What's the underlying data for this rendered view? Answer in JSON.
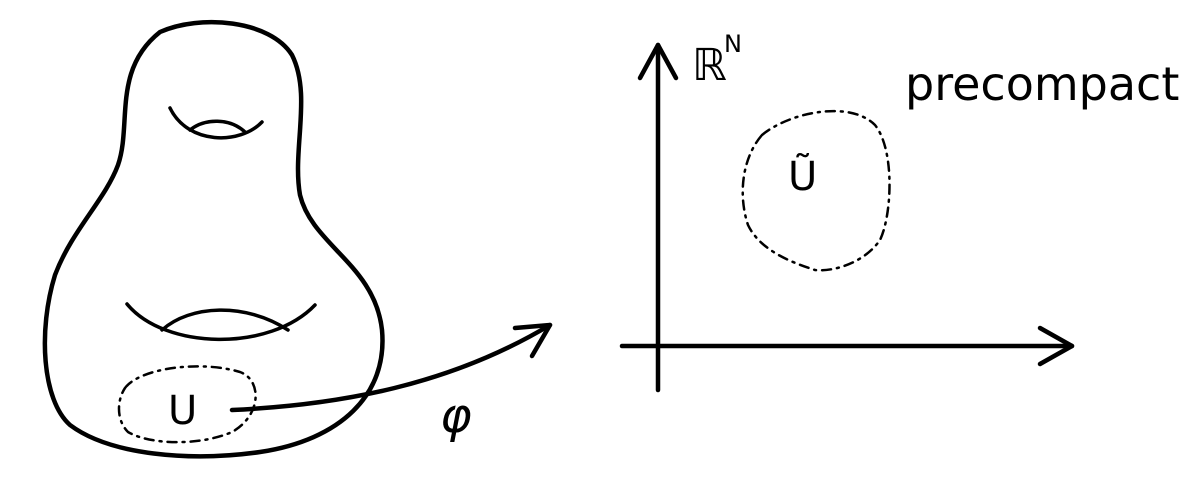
{
  "manifold": {
    "open_set_label": "U",
    "map_label": "φ"
  },
  "euclidean": {
    "space_label": "ℝ",
    "space_exponent": "N",
    "image_set_label": "Ũ",
    "annotation": "precompact"
  },
  "colors": {
    "ink": "#000000",
    "background": "#ffffff"
  }
}
